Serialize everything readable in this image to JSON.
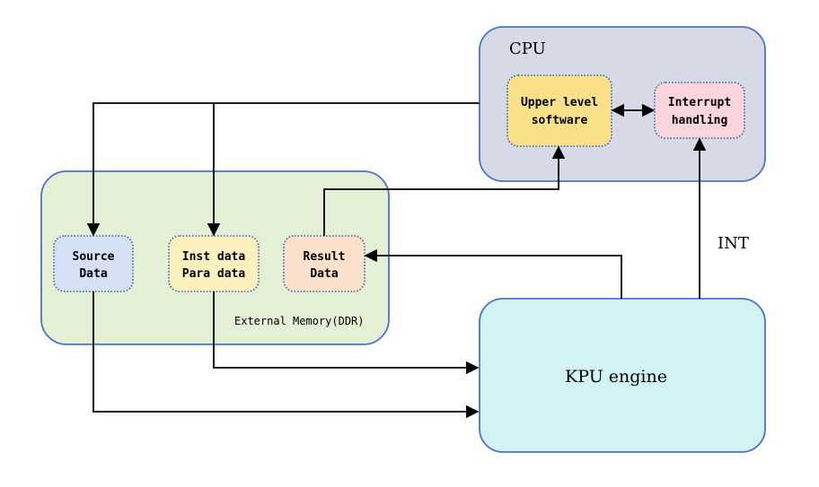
{
  "cpu": {
    "title": "CPU",
    "upper_line1": "Upper level",
    "upper_line2": "software",
    "interrupt_line1": "Interrupt",
    "interrupt_line2": "handling"
  },
  "memory": {
    "caption": "External Memory(DDR)",
    "source_line1": "Source",
    "source_line2": "Data",
    "inst_line1": "Inst data",
    "inst_line2": "Para data",
    "result_line1": "Result",
    "result_line2": "Data"
  },
  "kpu": {
    "title": "KPU engine"
  },
  "int_label": "INT",
  "colors": {
    "cpu_fill": "#d6dae6",
    "cpu_stroke": "#4a73c9",
    "memory_fill": "#e3f0d6",
    "memory_stroke": "#4a73c9",
    "kpu_fill": "#d2f3f3",
    "kpu_stroke": "#4a73c9",
    "upper_fill": "#fbe08a",
    "interrupt_fill": "#fbd5dc",
    "source_fill": "#d6e0f4",
    "inst_fill": "#fdf0bf",
    "result_fill": "#fbe1cc",
    "node_stroke": "#3b5aa8",
    "line": "#000000"
  }
}
